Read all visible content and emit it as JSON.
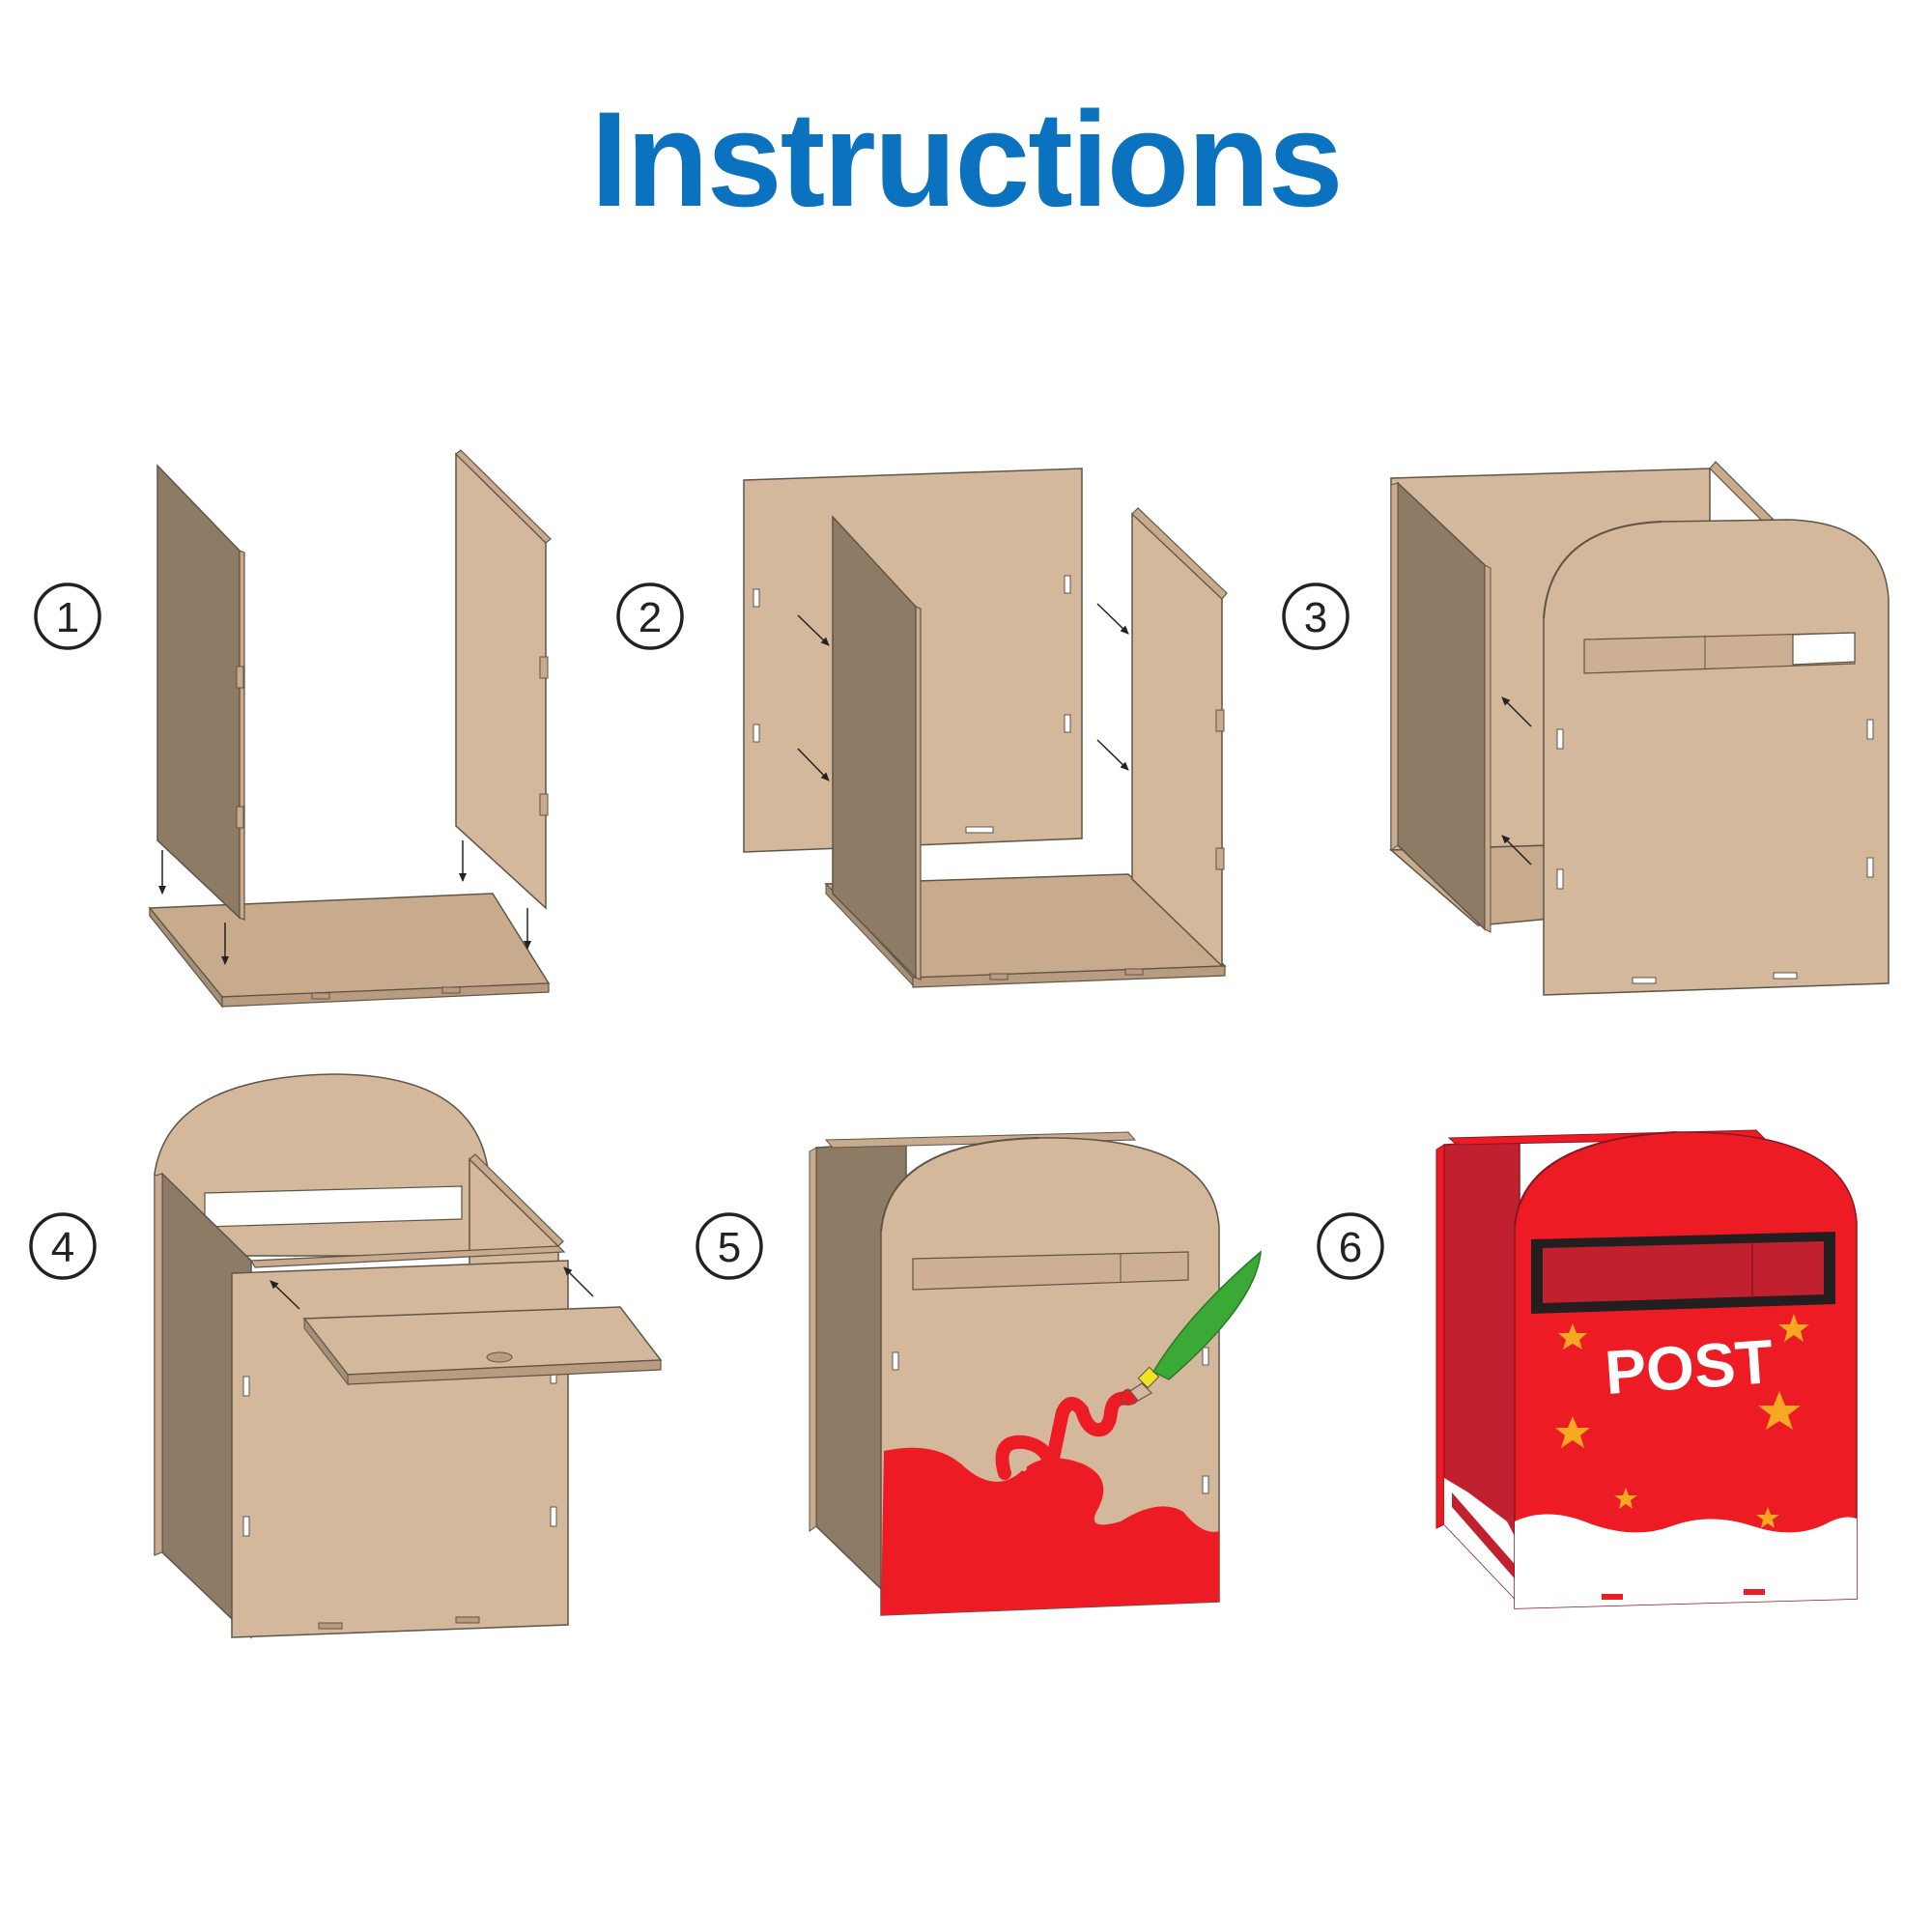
{
  "title": "Instructions",
  "colors": {
    "title": "#0b72bf",
    "board_light": "#d4b89c",
    "board_mid": "#c8aa8c",
    "board_dark": "#8e7b66",
    "edge": "#5f5447",
    "paint_red": "#ed1c24",
    "dark_red": "#c1202f",
    "star": "#f7a823",
    "brush_green": "#3aa935"
  },
  "steps": [
    {
      "number": "1"
    },
    {
      "number": "2"
    },
    {
      "number": "3"
    },
    {
      "number": "4"
    },
    {
      "number": "5"
    },
    {
      "number": "6"
    }
  ],
  "mailbox_label": "POST"
}
